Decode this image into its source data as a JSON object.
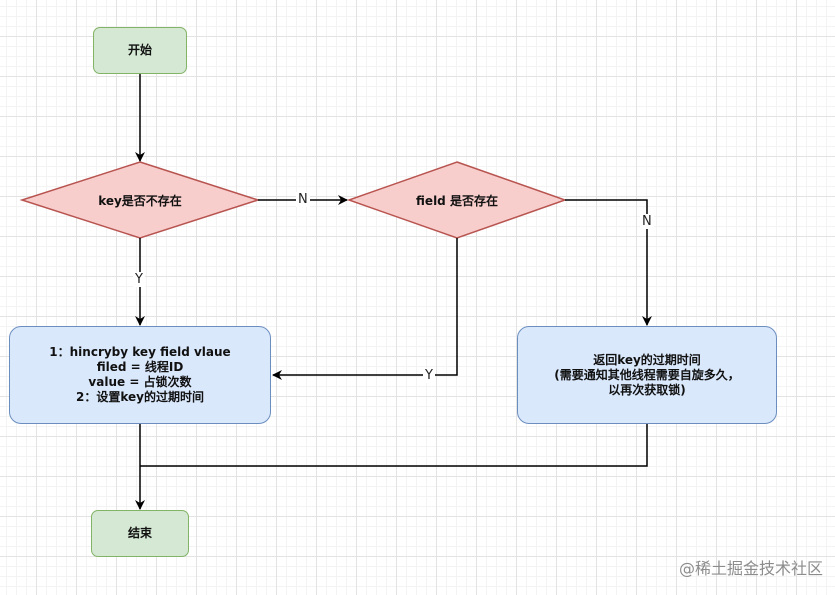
{
  "nodes": {
    "start": "开始",
    "key_check": "key是否不存在",
    "field_check": "field 是否存在",
    "process_left": [
      "1：hincryby key field vlaue",
      "filed = 线程ID",
      "value = 占锁次数",
      "2：设置key的过期时间"
    ],
    "process_right": [
      "返回key的过期时间",
      "(需要通知其他线程需要自旋多久，",
      "以再次获取锁)"
    ],
    "end": "结束"
  },
  "edges": {
    "key_to_field": "N",
    "key_to_left": "Y",
    "field_to_left": "Y",
    "field_to_right": "N"
  },
  "watermark": "@稀土掘金技术社区",
  "colors": {
    "terminal_fill": "#d5e8d4",
    "terminal_stroke": "#82b366",
    "decision_fill": "#f8cecc",
    "decision_stroke": "#b85450",
    "process_fill": "#dae8fc",
    "process_stroke": "#6c8ebf",
    "line": "#000000"
  }
}
